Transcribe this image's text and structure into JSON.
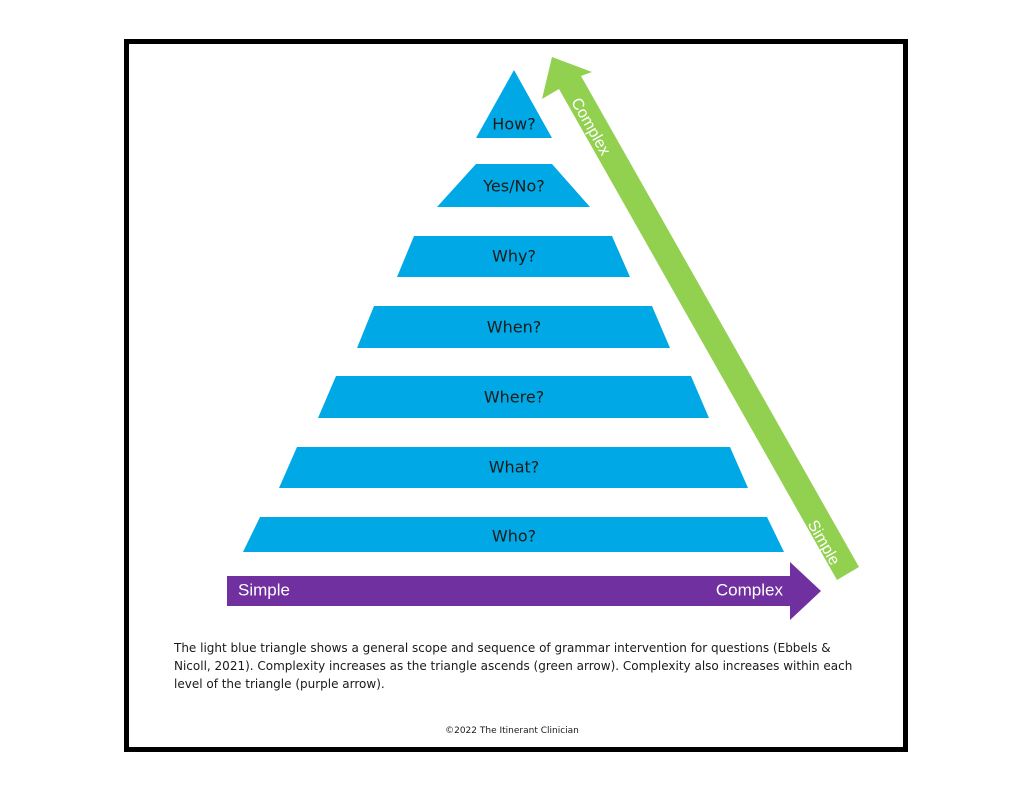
{
  "pyramid": {
    "tiers": [
      "How?",
      "Yes/No?",
      "Why?",
      "When?",
      "Where?",
      "What?",
      "Who?"
    ],
    "color": "#00A9E6"
  },
  "purple_arrow": {
    "start_label": "Simple",
    "end_label": "Complex",
    "color": "#7030A0"
  },
  "green_arrow": {
    "top_label": "Complex",
    "bottom_label": "Simple",
    "color": "#92D050"
  },
  "caption": "The light blue triangle shows a general scope and sequence of grammar intervention for questions (Ebbels & Nicoll, 2021). Complexity increases as the triangle ascends (green arrow). Complexity also increases within each level of the triangle (purple arrow).",
  "copyright": "©2022 The Itinerant Clinician"
}
